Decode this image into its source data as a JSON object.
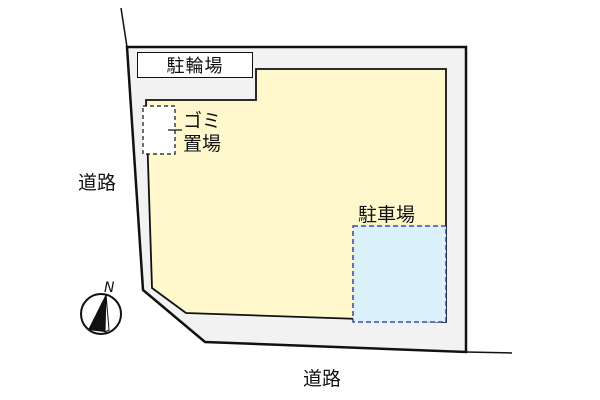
{
  "diagram": {
    "type": "site-plan",
    "labels": {
      "bicycle_parking": "駐輪場",
      "trash_area_line1": "ゴミ",
      "trash_area_line2": "置場",
      "car_parking": "駐車場",
      "road_left": "道路",
      "road_bottom": "道路",
      "north": "N"
    },
    "colors": {
      "building_fill": "#fff8cc",
      "lot_fill": "#f2f2f2",
      "parking_fill": "#dcf2fb",
      "parking_border": "#1a2aa8",
      "outline": "#111111"
    },
    "icons": {
      "compass": "north-arrow-icon"
    }
  }
}
